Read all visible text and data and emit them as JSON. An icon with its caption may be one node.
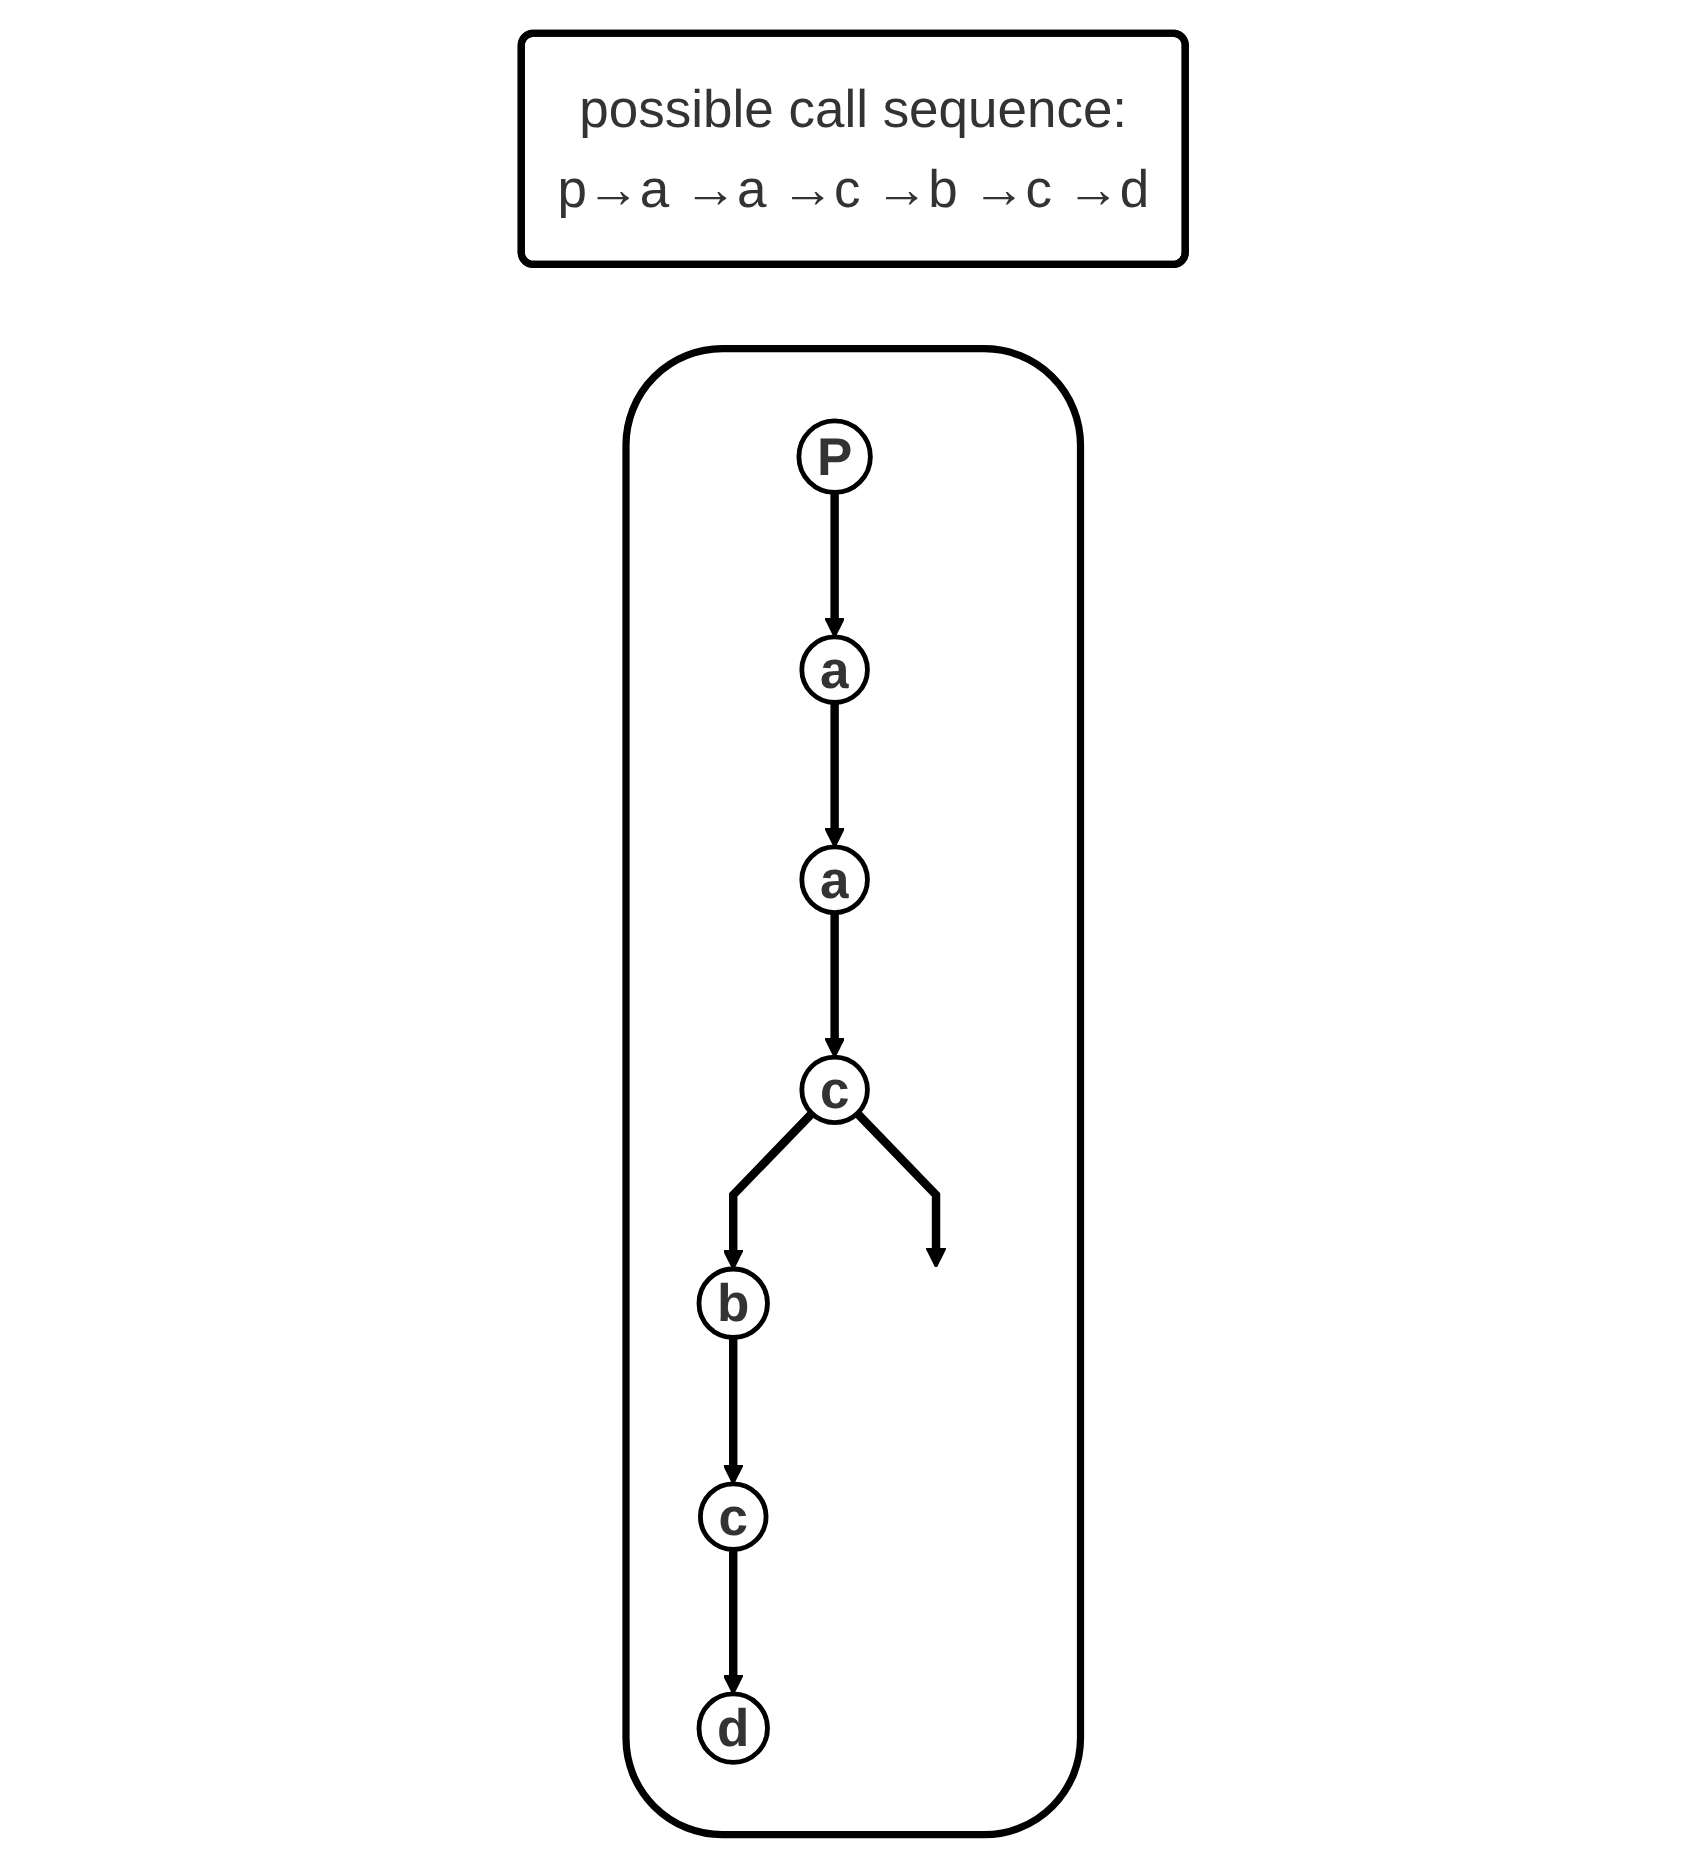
{
  "diagram": {
    "nodes": [
      {
        "text": [
          "possible call sequence:",
          "p→a →a →c →b →c →d"
        ]
      },
      {
        "text": [],
        "shape": "box"
      },
      {
        "text": [
          "P"
        ],
        "in": 1
      },
      {
        "text": [
          "a"
        ],
        "in": 1
      },
      {
        "text": [
          "a"
        ],
        "in": 1
      },
      {
        "text": [
          "c"
        ],
        "in": 1
      },
      {
        "text": [
          "b"
        ],
        "in": 1
      },
      {
        "text": [
          "c"
        ],
        "in": 1
      },
      {
        "text": [
          "d"
        ],
        "in": 1
      }
    ],
    "edges": [
      {
        "from": 2,
        "to": 3,
        "arrow": "to"
      },
      {
        "from": 3,
        "to": 4,
        "arrow": "to"
      },
      {
        "from": 4,
        "to": 5,
        "arrow": "to"
      },
      {
        "from": 5,
        "to": 6,
        "arrow": "to"
      },
      {
        "from": 6,
        "to": 7,
        "arrow": "to"
      },
      {
        "from": 7,
        "to": 8,
        "arrow": "to"
      },
      {
        "from": 5,
        "to": null,
        "arrow": "to"
      }
    ]
  }
}
